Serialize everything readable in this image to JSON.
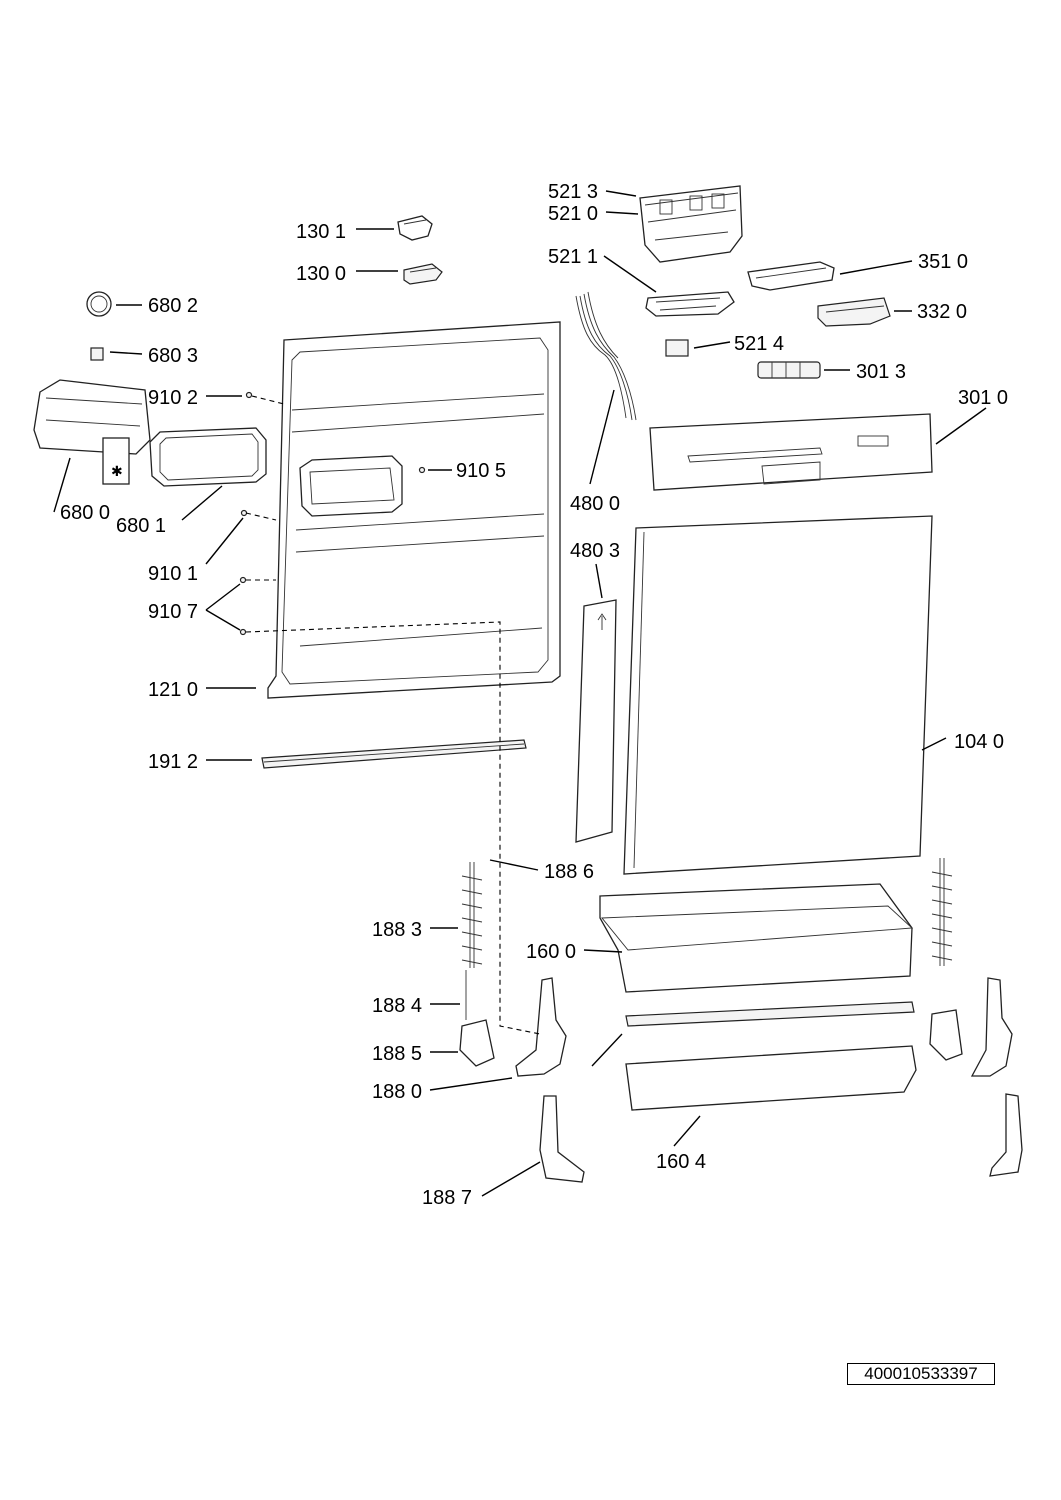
{
  "document_id": "400010533397",
  "callouts": {
    "c5213": "521 3",
    "c5210": "521 0",
    "c1301": "130 1",
    "c1300": "130 0",
    "c5211": "521 1",
    "c3510": "351 0",
    "c6802": "680 2",
    "c3320": "332 0",
    "c6803": "680 3",
    "c5214": "521 4",
    "c3013": "301 3",
    "c9102": "910 2",
    "c3010": "301 0",
    "c9105": "910 5",
    "c6800": "680 0",
    "c6801": "680 1",
    "c4800": "480 0",
    "c4803": "480 3",
    "c9101": "910 1",
    "c9107": "910 7",
    "c1210": "121 0",
    "c1040": "104 0",
    "c1912": "191 2",
    "c1886": "188 6",
    "c1883": "188 3",
    "c1600": "160 0",
    "c1884": "188 4",
    "c1885": "188 5",
    "c1880": "188 0",
    "c1604": "160 4",
    "c1887": "188 7"
  }
}
